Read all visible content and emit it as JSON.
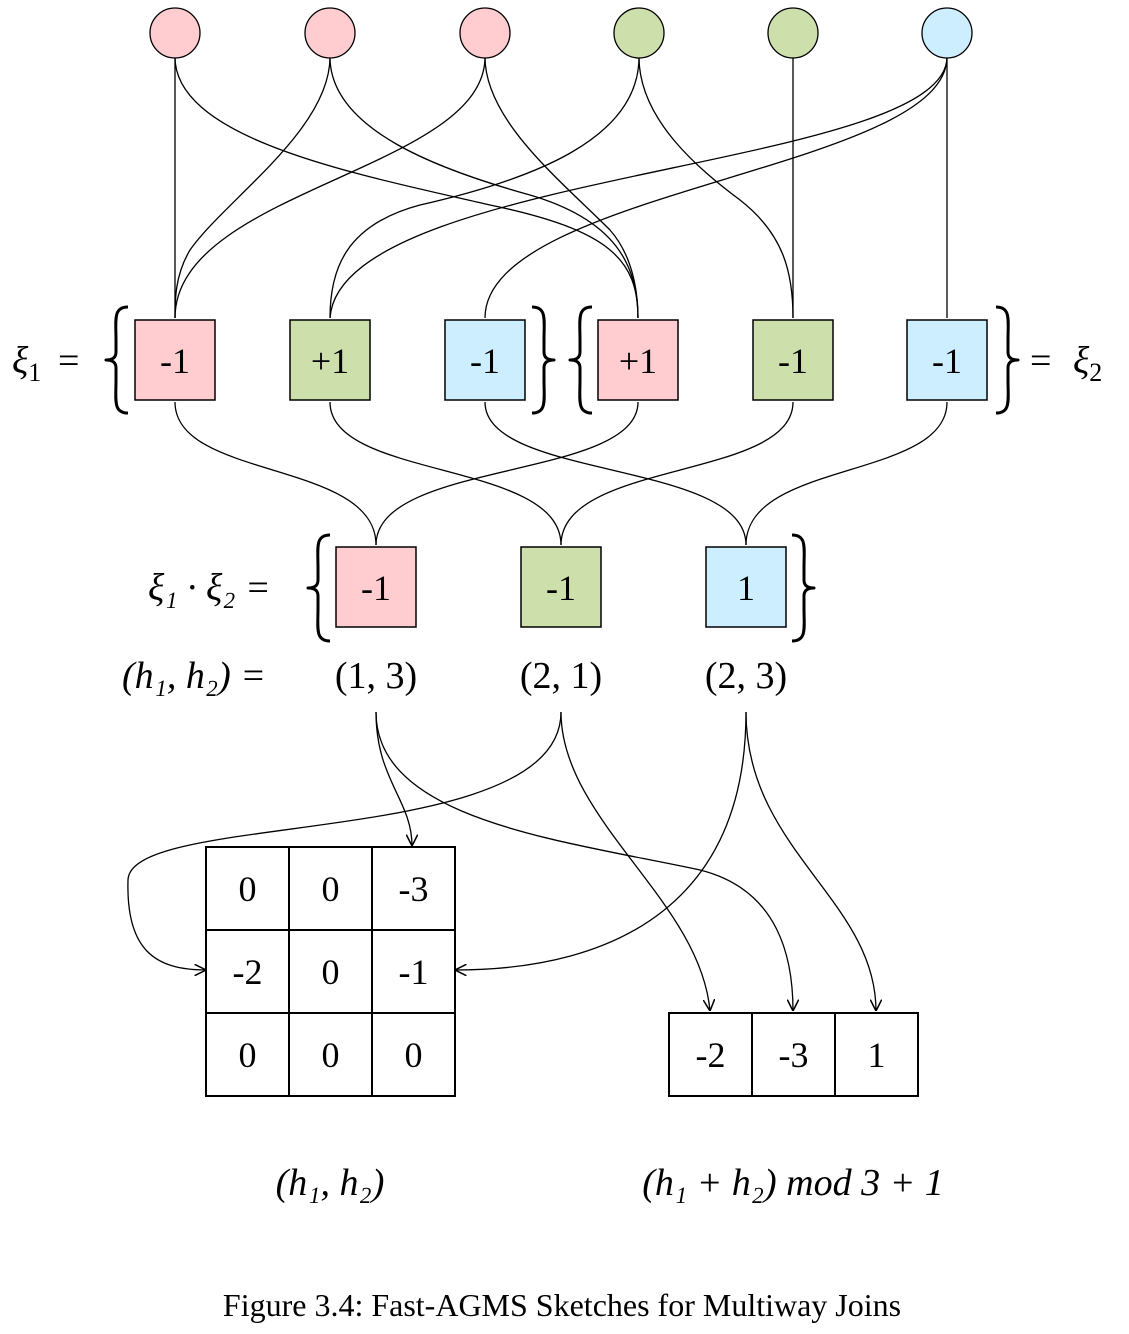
{
  "colors": {
    "red": "#ffccd0",
    "green": "#cddfaa",
    "blue": "#cceeff"
  },
  "top_nodes": [
    "red",
    "red",
    "red",
    "green",
    "green",
    "blue"
  ],
  "xi1": {
    "label_sym": "ξ",
    "label_sub": "1",
    "eq": "=",
    "values": [
      "-1",
      "+1",
      "-1"
    ],
    "colors": [
      "red",
      "green",
      "blue"
    ]
  },
  "xi2": {
    "label_sym": "ξ",
    "label_sub": "2",
    "eq": "=",
    "values": [
      "+1",
      "-1",
      "-1"
    ],
    "colors": [
      "red",
      "green",
      "blue"
    ]
  },
  "product": {
    "label": "ξ₁ · ξ₂ =",
    "values": [
      "-1",
      "-1",
      "1"
    ],
    "colors": [
      "red",
      "green",
      "blue"
    ]
  },
  "hash_pairs": {
    "label": "(h₁, h₂) =",
    "values": [
      "(1, 3)",
      "(2, 1)",
      "(2, 3)"
    ]
  },
  "matrix": [
    [
      "0",
      "0",
      "-3"
    ],
    [
      "-2",
      "0",
      "-1"
    ],
    [
      "0",
      "0",
      "0"
    ]
  ],
  "vector": [
    "-2",
    "-3",
    "1"
  ],
  "matrix_label": "(h₁, h₂)",
  "vector_label": "(h₁ + h₂) mod 3 + 1",
  "caption": "Figure 3.4: Fast-AGMS Sketches for Multiway Joins"
}
